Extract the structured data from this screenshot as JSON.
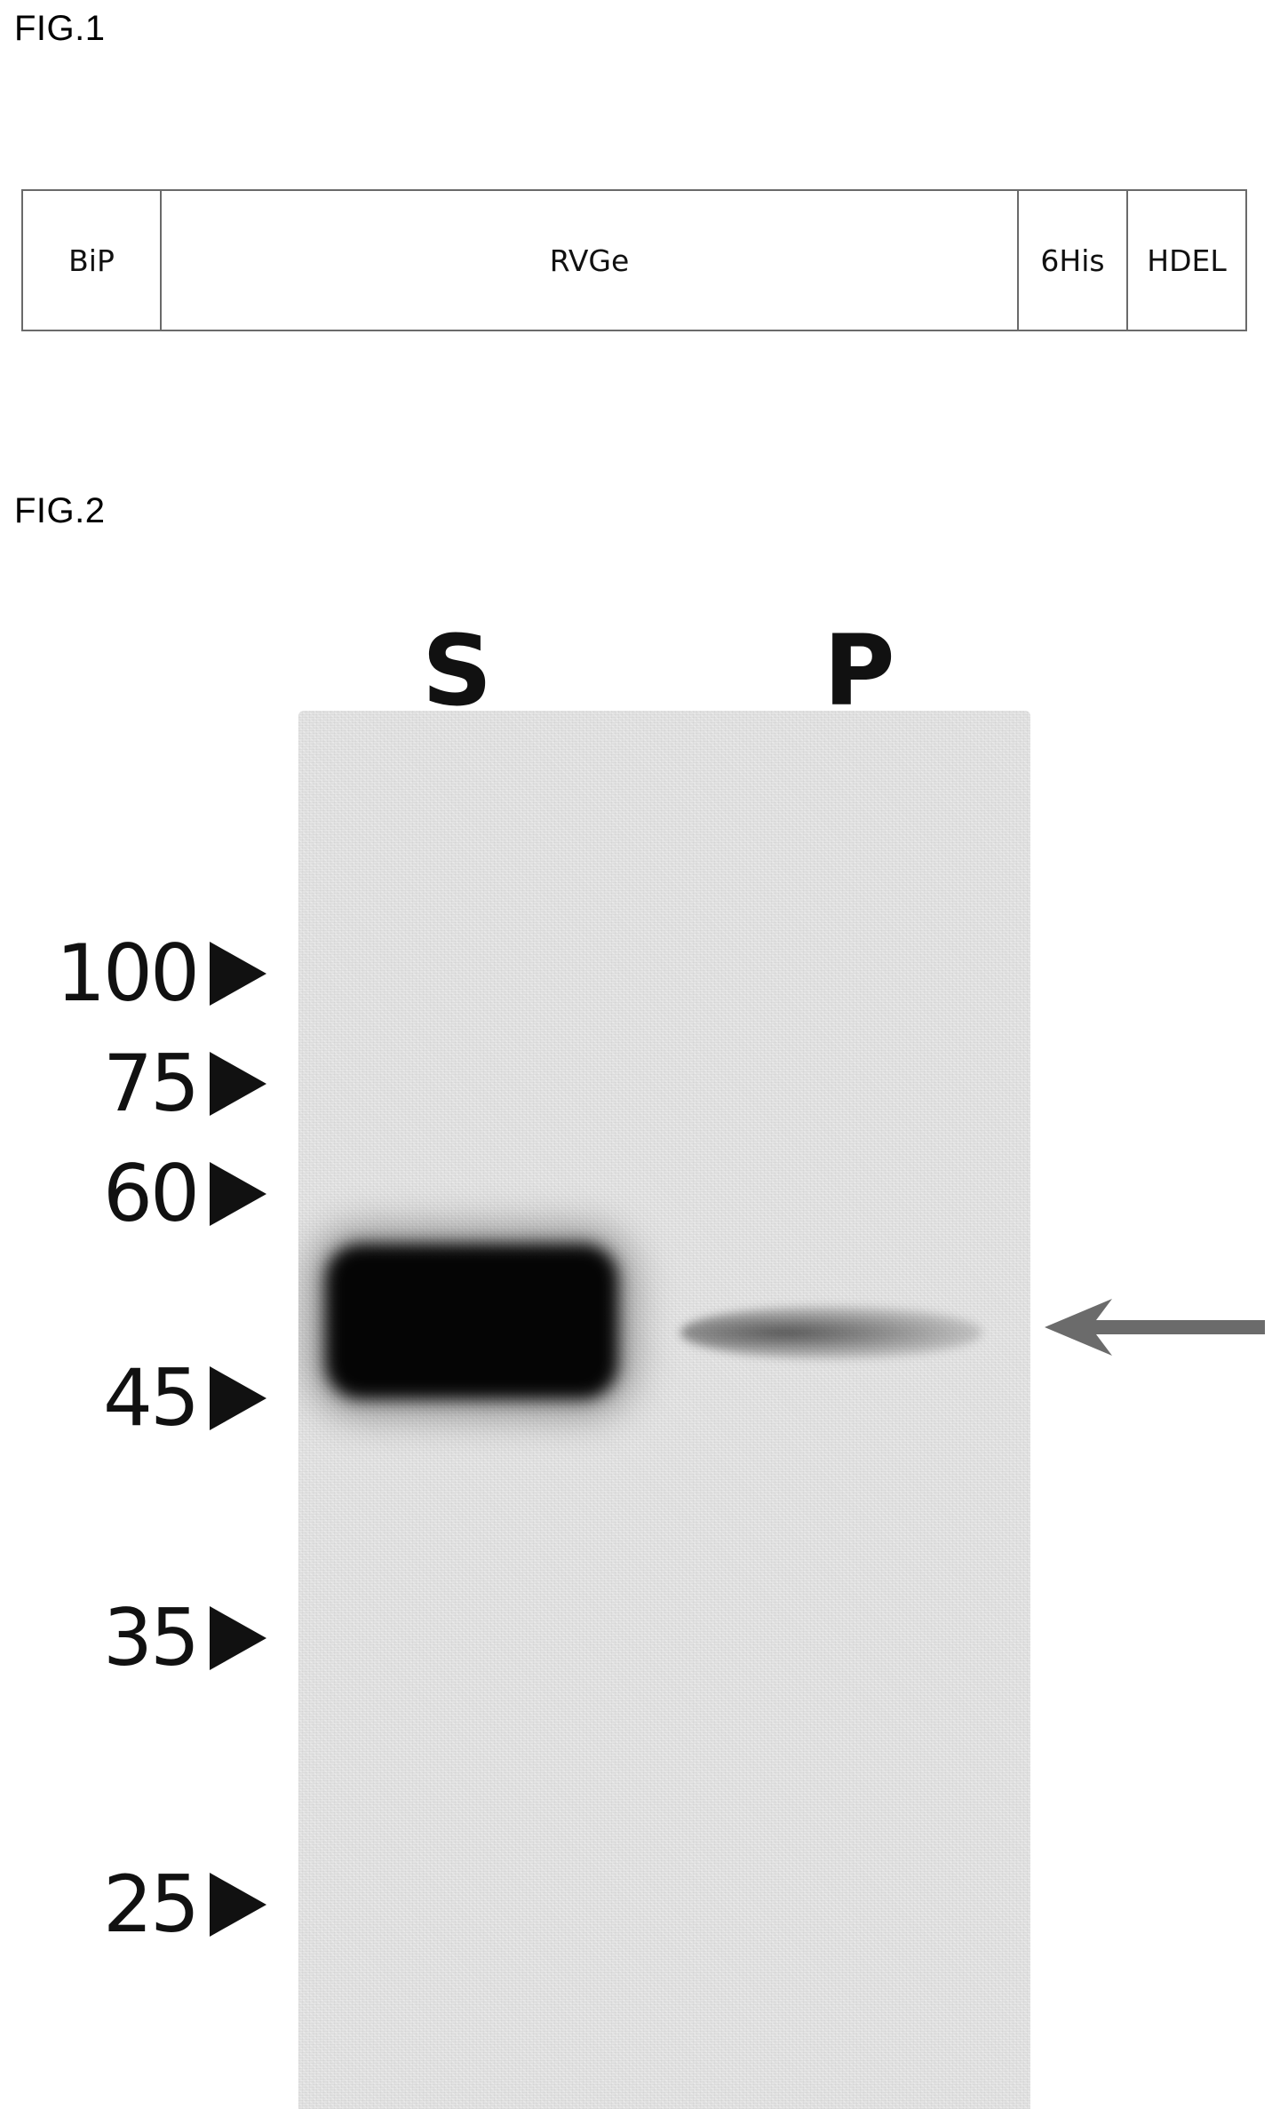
{
  "fig1": {
    "label": "FIG.1",
    "segments": [
      "BiP",
      "RVGe",
      "6His",
      "HDEL"
    ]
  },
  "fig2": {
    "label": "FIG.2",
    "lanes": [
      "S",
      "P"
    ],
    "markers": [
      "100",
      "75",
      "60",
      "45",
      "35",
      "25"
    ]
  },
  "colors": {
    "band": "#050505",
    "arrow": "#6b6b6b",
    "blot_background": "#e3e3e3"
  }
}
